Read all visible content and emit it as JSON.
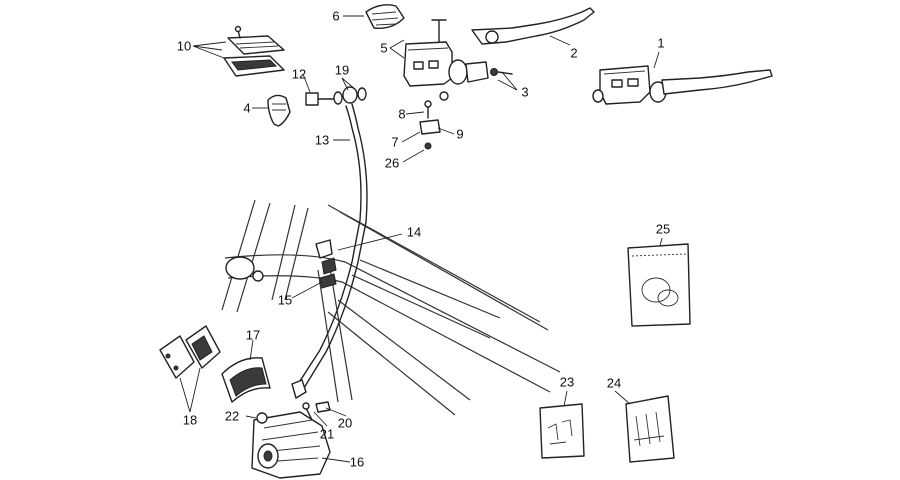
{
  "callouts": [
    {
      "key": "c1",
      "text": "1"
    },
    {
      "key": "c2",
      "text": "2"
    },
    {
      "key": "c3",
      "text": "3"
    },
    {
      "key": "c4",
      "text": "4"
    },
    {
      "key": "c5",
      "text": "5"
    },
    {
      "key": "c6",
      "text": "6"
    },
    {
      "key": "c7",
      "text": "7"
    },
    {
      "key": "c8",
      "text": "8"
    },
    {
      "key": "c9",
      "text": "9"
    },
    {
      "key": "c10",
      "text": "10"
    },
    {
      "key": "c12",
      "text": "12"
    },
    {
      "key": "c13",
      "text": "13"
    },
    {
      "key": "c14",
      "text": "14"
    },
    {
      "key": "c15",
      "text": "15"
    },
    {
      "key": "c16",
      "text": "16"
    },
    {
      "key": "c17",
      "text": "17"
    },
    {
      "key": "c18",
      "text": "18"
    },
    {
      "key": "c19",
      "text": "19"
    },
    {
      "key": "c20",
      "text": "20"
    },
    {
      "key": "c21",
      "text": "21"
    },
    {
      "key": "c22",
      "text": "22"
    },
    {
      "key": "c23",
      "text": "23"
    },
    {
      "key": "c24",
      "text": "24"
    },
    {
      "key": "c25",
      "text": "25"
    },
    {
      "key": "c26",
      "text": "26"
    }
  ]
}
